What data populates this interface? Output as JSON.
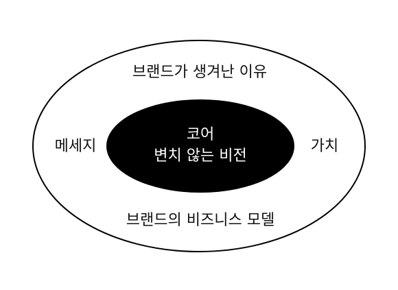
{
  "diagram": {
    "outer_ring": {
      "top_label": "브랜드가 생겨난 이유",
      "left_label": "메세지",
      "right_label": "가치",
      "bottom_label": "브랜드의 비즈니스 모델"
    },
    "core": {
      "title": "코어",
      "subtitle": "변치 않는 비전"
    },
    "colors": {
      "background": "#ffffff",
      "outline": "#000000",
      "core_fill": "#000000",
      "core_text": "#ffffff",
      "outer_text": "#111111"
    }
  }
}
